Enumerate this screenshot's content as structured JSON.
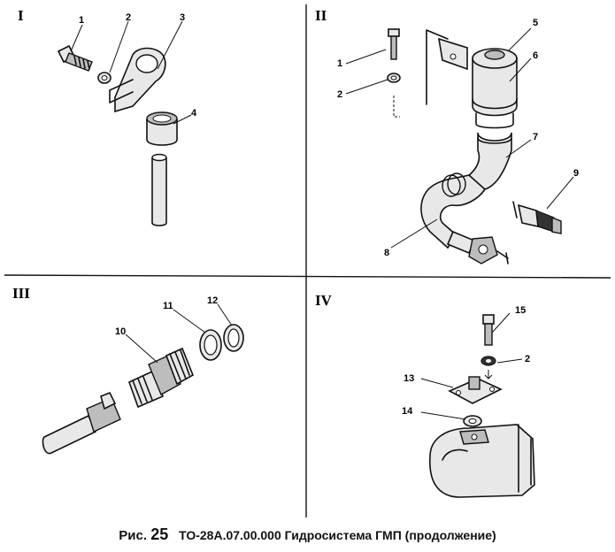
{
  "figure": {
    "quadrants": [
      "I",
      "II",
      "III",
      "IV"
    ],
    "callouts": {
      "q1": [
        "1",
        "2",
        "3",
        "4"
      ],
      "q2": [
        "1",
        "2",
        "5",
        "6",
        "7",
        "8",
        "9"
      ],
      "q3": [
        "10",
        "11",
        "12"
      ],
      "q4": [
        "15",
        "2",
        "13",
        "14"
      ]
    }
  },
  "caption": {
    "prefix": "Рис.",
    "number": "25",
    "title": "ТО-28А.07.00.000  Гидросистема  ГМП  (продолжение)"
  }
}
